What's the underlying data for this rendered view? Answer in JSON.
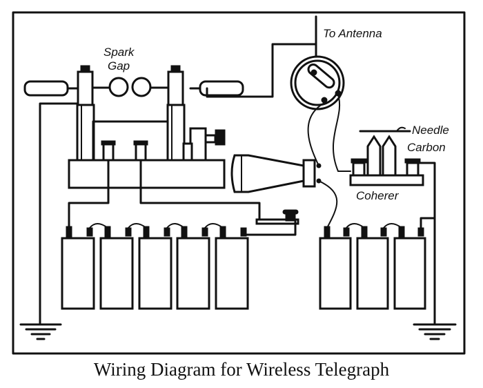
{
  "labels": {
    "spark_gap_1": "Spark",
    "spark_gap_2": "Gap",
    "antenna": "To Antenna",
    "needle": "Needle",
    "carbon": "Carbon",
    "coherer": "Coherer"
  },
  "caption": "Wiring Diagram for Wireless Telegraph"
}
